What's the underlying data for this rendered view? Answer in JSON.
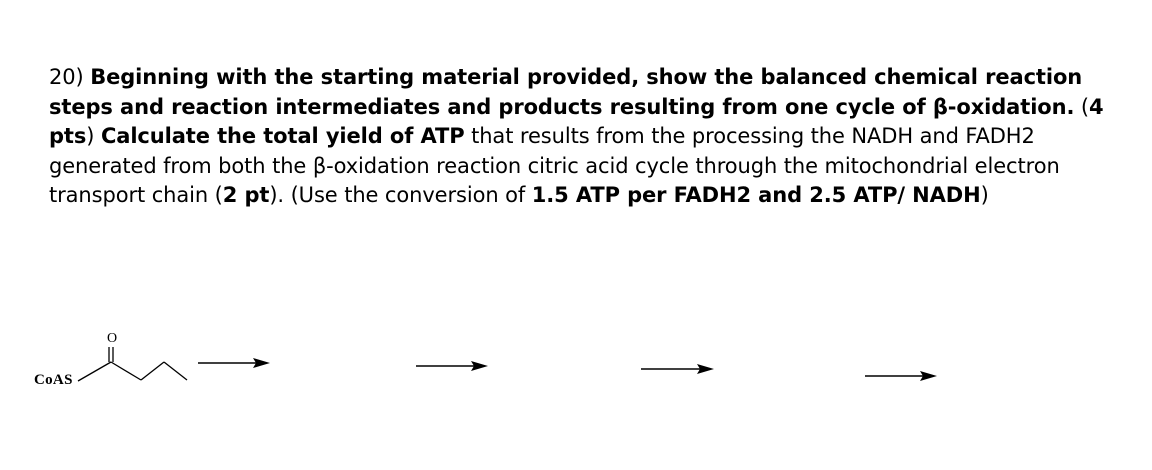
{
  "question": {
    "number": "20)",
    "part1_bold": "Beginning with the starting material provided, show the balanced chemical reaction steps and reaction intermediates and products resulting from one cycle of β-oxidation.",
    "points1_open": "(",
    "points1_bold": "4 pts",
    "points1_close": ")",
    "part2_bold": "Calculate the total yield of ATP",
    "part2_plain": "that results from the processing the NADH and FADH2 generated from both the β-oxidation reaction citric acid cycle through the mitochondrial electron transport chain",
    "points2_open": "(",
    "points2_bold": "2 pt",
    "points2_close": ").",
    "part3_plain": "(Use the conversion of",
    "part3_bold": "1.5 ATP per FADH2 and 2.5 ATP/ NADH",
    "part3_close": ")"
  },
  "scheme": {
    "starting_material_label": "CoAS",
    "carbonyl_oxygen_label": "O",
    "arrow_count": 4
  }
}
